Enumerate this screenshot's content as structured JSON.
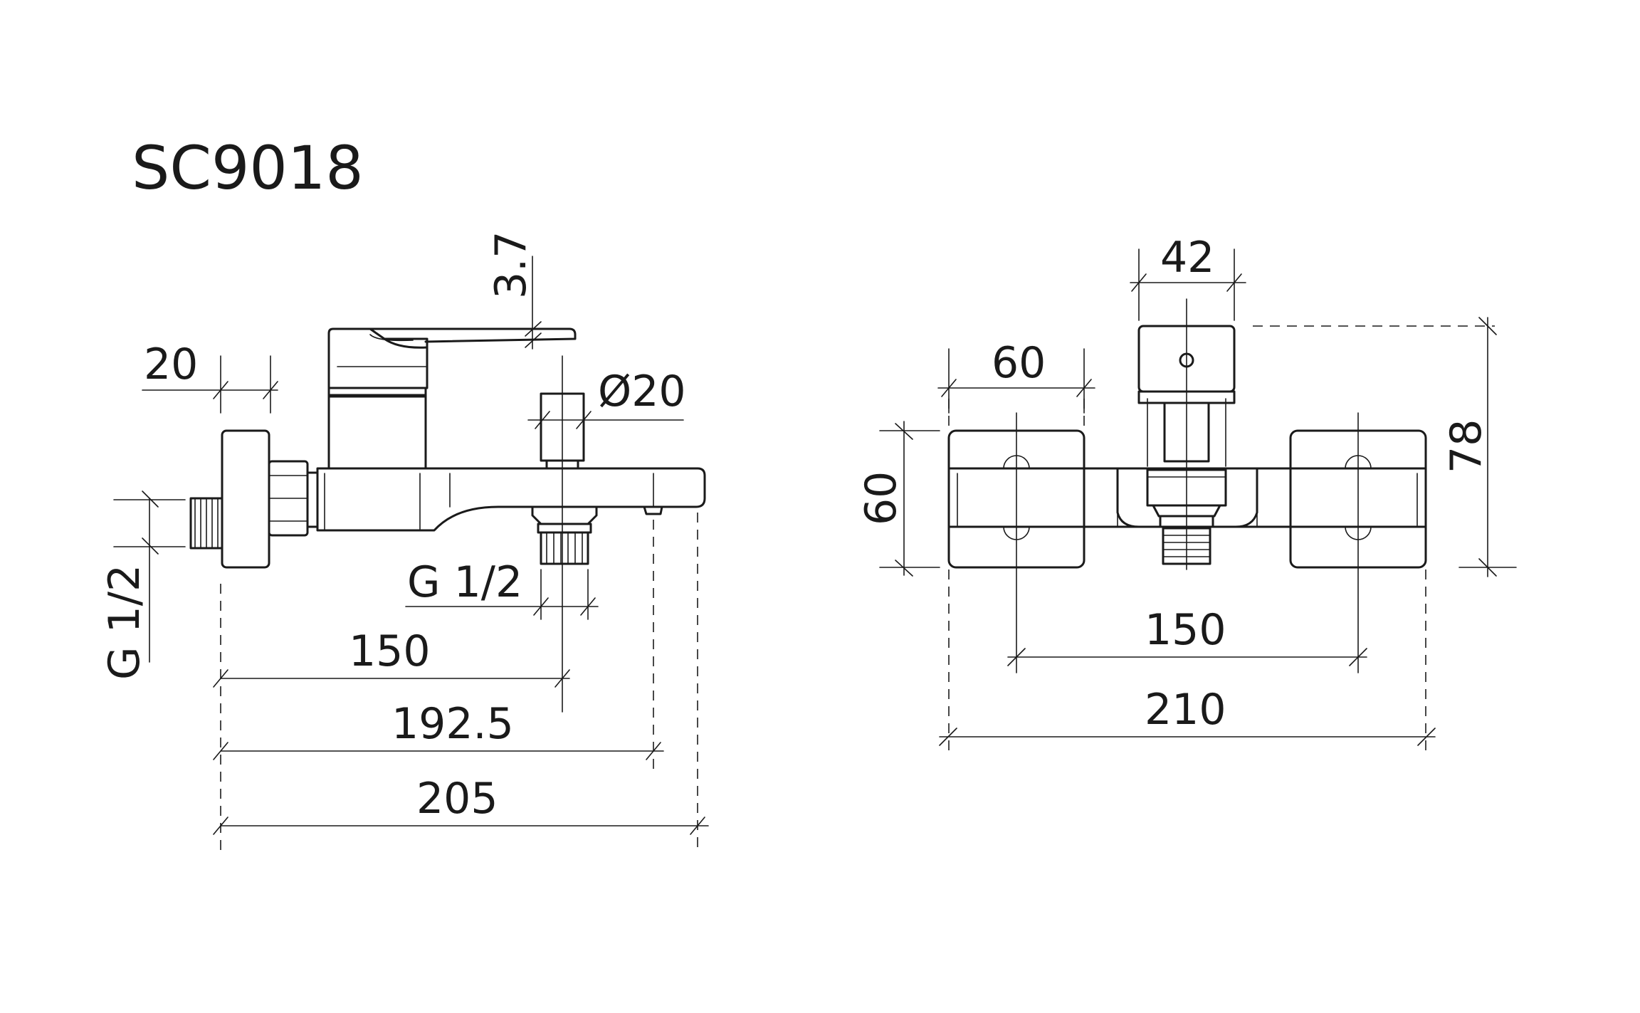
{
  "title": "SC9018",
  "side_view": {
    "dim_20": "20",
    "dim_3_7": "3.7",
    "dim_d20": "Ø20",
    "dim_g12_left": "G 1/2",
    "dim_g12_bottom": "G 1/2",
    "dim_150": "150",
    "dim_192_5": "192.5",
    "dim_205": "205"
  },
  "front_view": {
    "dim_42": "42",
    "dim_60_top": "60",
    "dim_60_left": "60",
    "dim_78": "78",
    "dim_150": "150",
    "dim_210": "210"
  }
}
